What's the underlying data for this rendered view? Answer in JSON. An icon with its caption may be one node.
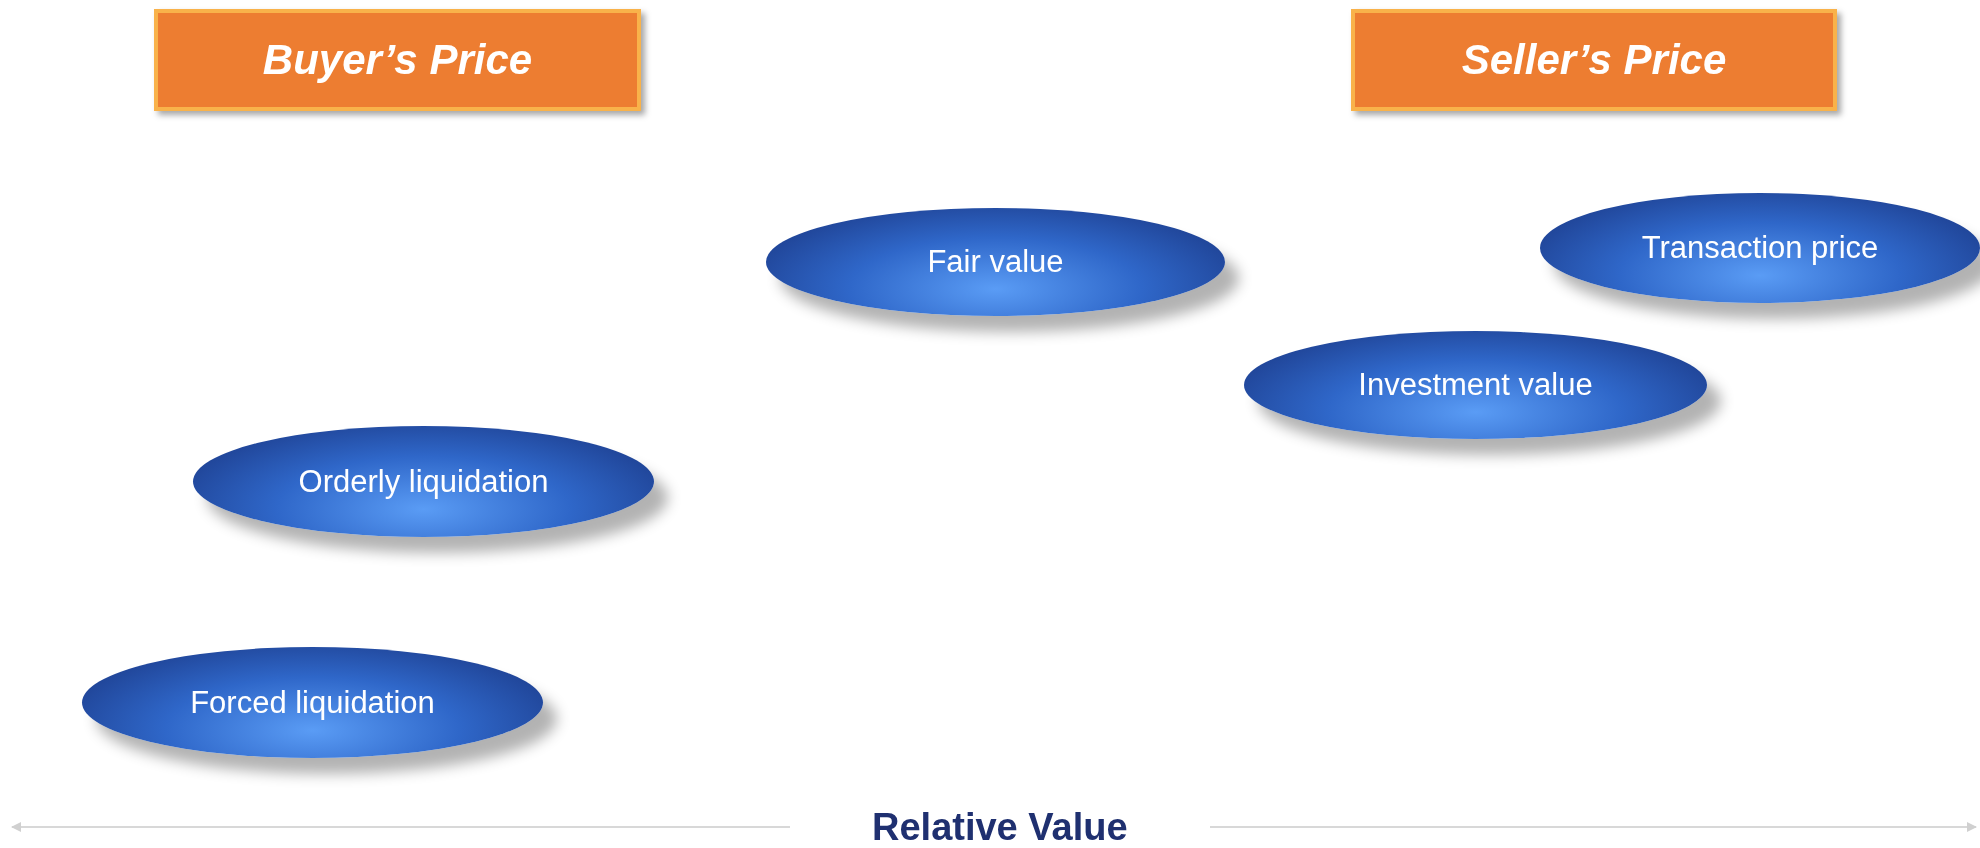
{
  "diagram": {
    "nodes": [
      {
        "text": [
          "Buyer’s Price"
        ]
      },
      {
        "text": [
          "Seller’s Price"
        ]
      },
      {
        "text": [
          "Fair value"
        ]
      },
      {
        "text": [
          "Transaction price"
        ]
      },
      {
        "text": [
          "Investment value"
        ]
      },
      {
        "text": [
          "Orderly liquidation"
        ]
      },
      {
        "text": [
          "Forced liquidation"
        ]
      }
    ],
    "labels": [
      "Relative Value"
    ]
  }
}
